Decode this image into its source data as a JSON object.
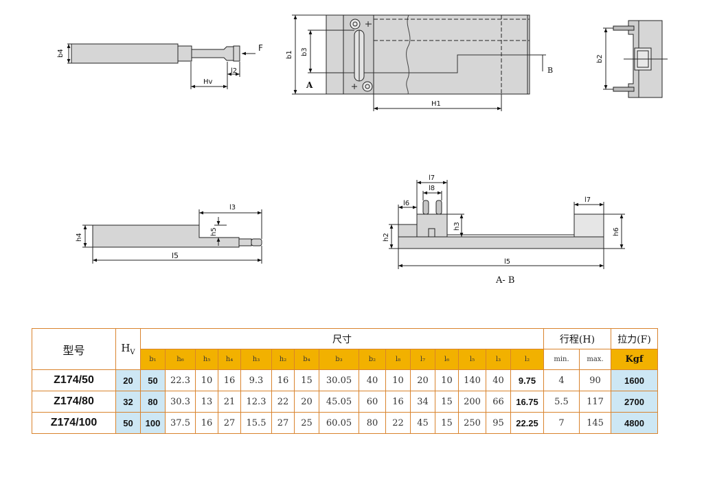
{
  "labels": {
    "b4": "b4",
    "F": "F",
    "l2": "l2",
    "Hv": "Hv",
    "b1": "b1",
    "b3": "b3",
    "A": "A",
    "H1": "H1",
    "B": "B",
    "b2": "b2",
    "h4": "h4",
    "h5": "h5",
    "l3": "l3",
    "l5_left": "l5",
    "l7": "l7",
    "l8": "l8",
    "l6": "l6",
    "h3": "h3",
    "h2": "h2",
    "l7_right": "l7",
    "h6": "h6",
    "l5_right": "l5",
    "section": "A- B"
  },
  "table": {
    "header": {
      "model": "型号",
      "hv": "H",
      "hv_sub": "V",
      "dimensions": "尺寸",
      "stroke": "行程(H)",
      "pull": "拉力(F)"
    },
    "sub_headers": [
      "b₁",
      "h₆",
      "h₅",
      "h₄",
      "h₃",
      "h₂",
      "b₄",
      "b₃",
      "b₂",
      "l₈",
      "l₇",
      "l₆",
      "l₅",
      "l₃",
      "l₂",
      "min.",
      "max.",
      "Kgf"
    ],
    "rows": [
      {
        "model": "Z174/50",
        "hv": "20",
        "values": [
          "50",
          "22.3",
          "10",
          "16",
          "9.3",
          "16",
          "15",
          "30.05",
          "40",
          "10",
          "20",
          "10",
          "140",
          "40",
          "9.75",
          "4",
          "90",
          "1600"
        ]
      },
      {
        "model": "Z174/80",
        "hv": "32",
        "values": [
          "80",
          "30.3",
          "13",
          "21",
          "12.3",
          "22",
          "20",
          "45.05",
          "60",
          "16",
          "34",
          "15",
          "200",
          "66",
          "16.75",
          "5.5",
          "117",
          "2700"
        ]
      },
      {
        "model": "Z174/100",
        "hv": "50",
        "values": [
          "100",
          "37.5",
          "16",
          "27",
          "15.5",
          "27",
          "25",
          "60.05",
          "80",
          "22",
          "45",
          "15",
          "250",
          "95",
          "22.25",
          "7",
          "145",
          "4800"
        ]
      }
    ]
  }
}
